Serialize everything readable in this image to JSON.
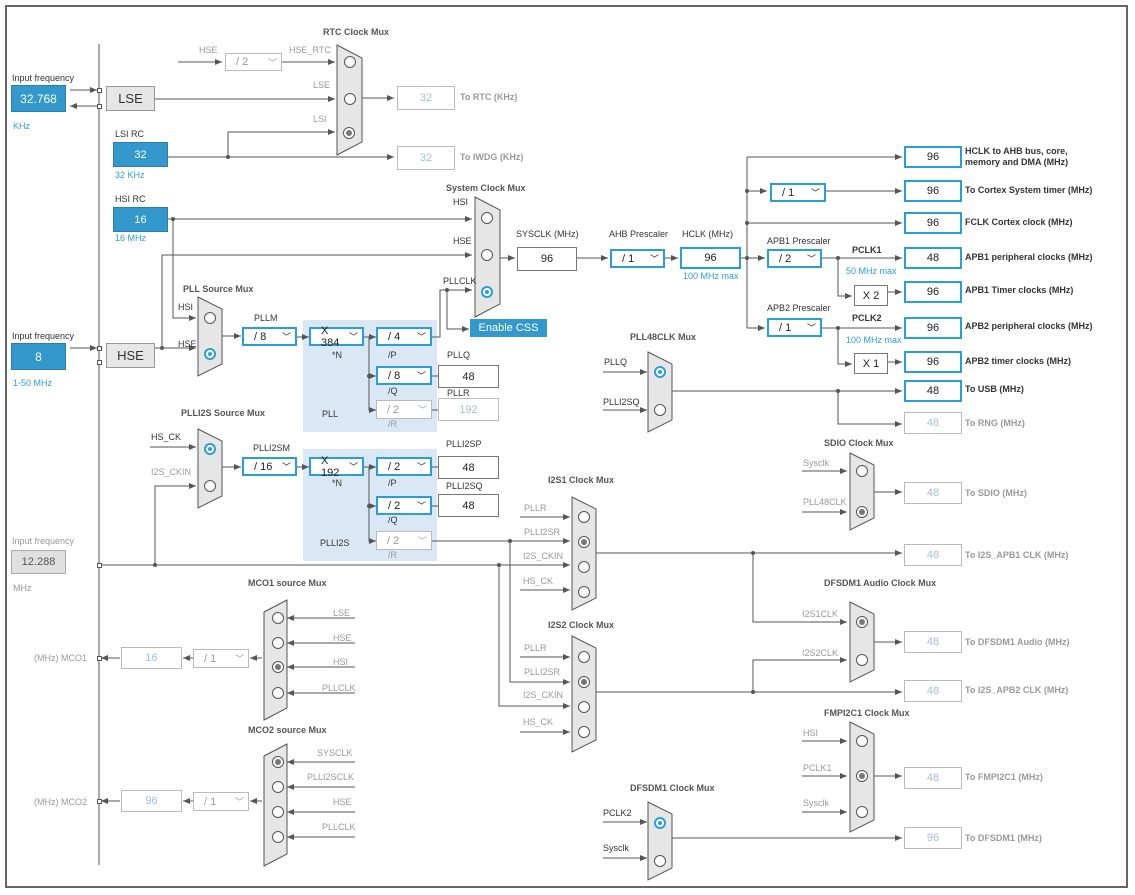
{
  "colors": {
    "accent": "#2a9fd6",
    "input_fill": "#3399cc",
    "pll_panel": "#dae8f5"
  },
  "inputs": {
    "lse_freq_label": "Input frequency",
    "lse_value": "32.768",
    "lse_unit": "KHz",
    "lse_name": "LSE",
    "lsi_name": "LSI RC",
    "lsi_value": "32",
    "lsi_unit": "32 KHz",
    "hsi_name": "HSI RC",
    "hsi_value": "16",
    "hsi_unit": "16 MHz",
    "hse_freq_label": "Input frequency",
    "hse_value": "8",
    "hse_unit": "1-50 MHz",
    "hse_name": "HSE",
    "ext_freq_label": "Input frequency",
    "ext_value": "12.288",
    "ext_unit": "MHz"
  },
  "rtc": {
    "title": "RTC Clock Mux",
    "hse_label": "HSE",
    "div": "/ 2",
    "hse_rtc": "HSE_RTC",
    "lse": "LSE",
    "lsi": "LSI",
    "rtc_value": "32",
    "rtc_label": "To RTC (KHz)",
    "iwdg_value": "32",
    "iwdg_label": "To IWDG (KHz)"
  },
  "sysmux": {
    "title": "System Clock Mux",
    "hsi": "HSI",
    "hse": "HSE",
    "pllclk": "PLLCLK",
    "enable_css": "Enable CSS"
  },
  "sysclk": {
    "label": "SYSCLK (MHz)",
    "value": "96"
  },
  "ahb": {
    "label": "AHB Prescaler",
    "div": "/ 1"
  },
  "hclk": {
    "label": "HCLK (MHz)",
    "value": "96",
    "max": "100 MHz max"
  },
  "apb1": {
    "label": "APB1 Prescaler",
    "div": "/ 2",
    "pclk": "PCLK1",
    "max": "50 MHz max",
    "timer_mult": "X 2"
  },
  "apb2": {
    "label": "APB2 Prescaler",
    "div": "/ 1",
    "pclk": "PCLK2",
    "max": "100 MHz max",
    "timer_mult": "X 1"
  },
  "cortex_div": "/ 1",
  "outputs": {
    "hclk_ahb": {
      "value": "96",
      "label": "HCLK to AHB bus, core,",
      "label2": "memory and DMA (MHz)"
    },
    "cortex_timer": {
      "value": "96",
      "label": "To Cortex System timer (MHz)"
    },
    "fclk": {
      "value": "96",
      "label": "FCLK Cortex clock (MHz)"
    },
    "apb1_periph": {
      "value": "48",
      "label": "APB1 peripheral clocks (MHz)"
    },
    "apb1_timer": {
      "value": "96",
      "label": "APB1 Timer clocks (MHz)"
    },
    "apb2_periph": {
      "value": "96",
      "label": "APB2 peripheral clocks (MHz)"
    },
    "apb2_timer": {
      "value": "96",
      "label": "APB2 timer clocks (MHz)"
    },
    "usb": {
      "value": "48",
      "label": "To USB (MHz)"
    },
    "rng": {
      "value": "48",
      "label": "To RNG (MHz)"
    },
    "sdio": {
      "value": "48",
      "label": "To SDIO (MHz)"
    },
    "i2s_apb1": {
      "value": "48",
      "label": "To I2S_APB1 CLK (MHz)"
    },
    "dfsdm_audio": {
      "value": "48",
      "label": "To DFSDM1 Audio (MHz)"
    },
    "i2s_apb2": {
      "value": "48",
      "label": "To I2S_APB2 CLK (MHz)"
    },
    "fmpi2c1": {
      "value": "48",
      "label": "To FMPI2C1 (MHz)"
    },
    "dfsdm1": {
      "value": "96",
      "label": "To DFSDM1 (MHz)"
    }
  },
  "pll": {
    "source_title": "PLL Source Mux",
    "hsi": "HSI",
    "hse": "HSE",
    "pllm_label": "PLLM",
    "pllm": "/ 8",
    "n_mult": "X 384",
    "n_label": "*N",
    "p_div": "/ 4",
    "p_label": "/P",
    "q_div": "/ 8",
    "q_label": "/Q",
    "r_div": "/ 2",
    "r_label": "/R",
    "pllq_label": "PLLQ",
    "pllq_value": "48",
    "pllr_label": "PLLR",
    "pllr_value": "192",
    "name": "PLL"
  },
  "plli2s": {
    "source_title": "PLLI2S Source Mux",
    "hs_ck": "HS_CK",
    "i2s_ckin": "I2S_CKIN",
    "m_label": "PLLI2SM",
    "m": "/ 16",
    "n_mult": "X 192",
    "n_label": "*N",
    "p_div": "/ 2",
    "p_label": "/P",
    "q_div": "/ 2",
    "q_label": "/Q",
    "r_div": "/ 2",
    "r_label": "/R",
    "sp_label": "PLLI2SP",
    "sp_value": "48",
    "sq_label": "PLLI2SQ",
    "sq_value": "48",
    "name": "PLLI2S"
  },
  "pll48": {
    "title": "PLL48CLK Mux",
    "pllq": "PLLQ",
    "plli2sq": "PLLI2SQ"
  },
  "sdio_mux": {
    "title": "SDIO Clock Mux",
    "sysclk": "Sysclk",
    "pll48clk": "PLL48CLK"
  },
  "i2s1_mux": {
    "title": "I2S1 Clock Mux",
    "in1": "PLLR",
    "in2": "PLLI2SR",
    "in3": "I2S_CKIN",
    "in4": "HS_CK"
  },
  "i2s2_mux": {
    "title": "I2S2 Clock Mux",
    "in1": "PLLR",
    "in2": "PLLI2SR",
    "in3": "I2S_CKIN",
    "in4": "HS_CK"
  },
  "dfsdm_audio_mux": {
    "title": "DFSDM1 Audio Clock Mux",
    "in1": "I2S1CLK",
    "in2": "I2S2CLK"
  },
  "fmpi2c_mux": {
    "title": "FMPI2C1 Clock Mux",
    "in1": "HSI",
    "in2": "PCLK1",
    "in3": "Sysclk"
  },
  "dfsdm1_mux": {
    "title": "DFSDM1 Clock Mux",
    "in1": "PCLK2",
    "in2": "Sysclk"
  },
  "mco1": {
    "title": "MCO1 source Mux",
    "in1": "LSE",
    "in2": "HSE",
    "in3": "HSI",
    "in4": "PLLCLK",
    "div": "/ 1",
    "value": "16",
    "label": "(MHz) MCO1"
  },
  "mco2": {
    "title": "MCO2 source Mux",
    "in1": "SYSCLK",
    "in2": "PLLI2SCLK",
    "in3": "HSE",
    "in4": "PLLCLK",
    "div": "/ 1",
    "value": "96",
    "label": "(MHz) MCO2"
  }
}
